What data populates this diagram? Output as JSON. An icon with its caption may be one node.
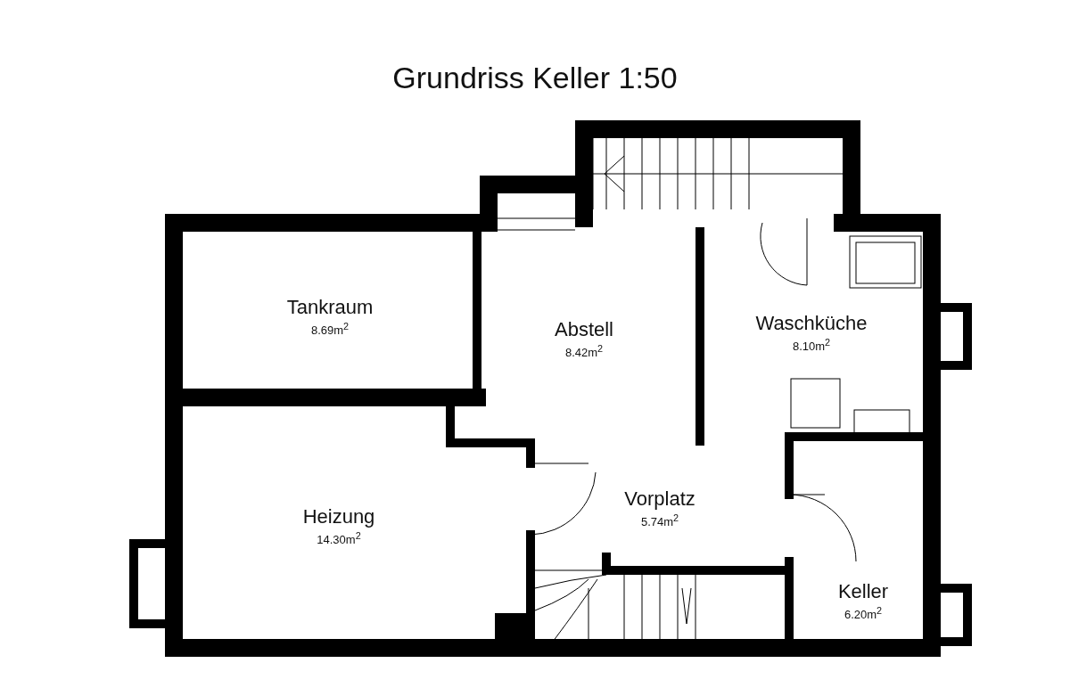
{
  "diagram": {
    "title": "Grundriss Keller 1:50",
    "nodes": [
      {
        "text": [
          "Tankraum",
          "8.69m$^{2}$"
        ]
      },
      {
        "text": [
          "Abstell",
          "8.42m$^{2}$"
        ]
      },
      {
        "text": [
          "Waschküche",
          "8.10m$^{2}$"
        ]
      },
      {
        "text": [
          "Heizung",
          "14.30m$^{2}$"
        ]
      },
      {
        "text": [
          "Vorplatz",
          "5.74m$^{2}$"
        ]
      },
      {
        "text": [
          "Keller",
          "6.20m$^{2}$"
        ]
      }
    ],
    "edges": []
  }
}
